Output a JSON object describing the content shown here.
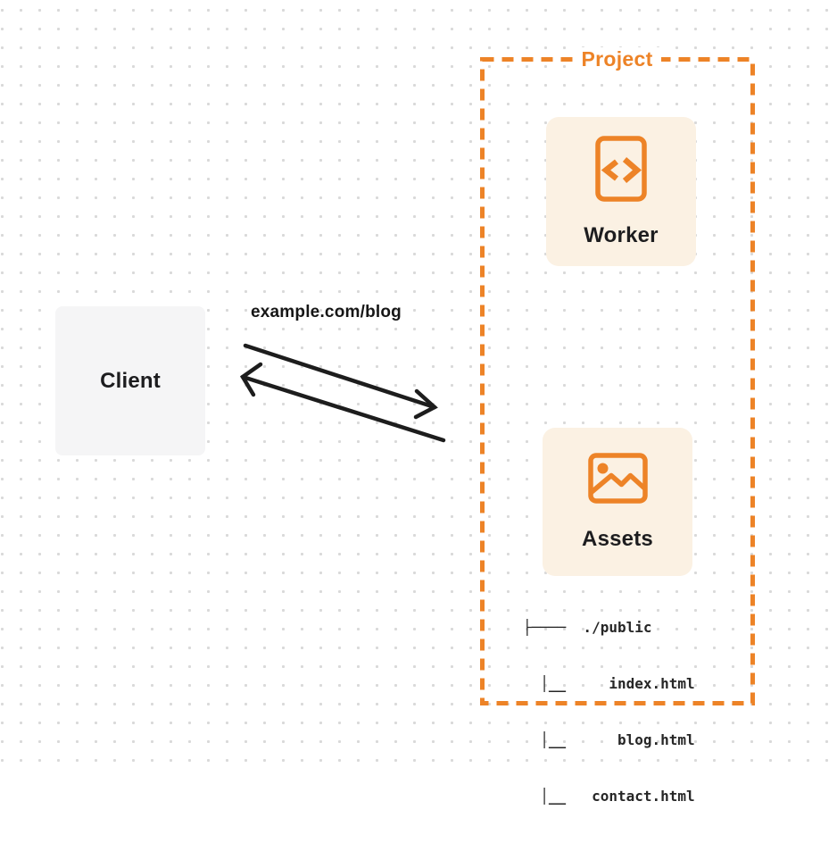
{
  "colors": {
    "orange": "#ed8327",
    "card_background": "#fbf1e3",
    "client_background": "#f5f5f6",
    "text_dark": "#1d1d1f",
    "dot_grid": "#d9d9d9"
  },
  "client": {
    "label": "Client"
  },
  "request": {
    "url_label": "example.com/blog"
  },
  "project": {
    "label": "Project",
    "worker": {
      "label": "Worker",
      "icon": "code-file-icon"
    },
    "assets": {
      "label": "Assets",
      "icon": "image-icon",
      "file_tree": [
        "├────  ./public",
        "  │__     index.html",
        "  │__      blog.html",
        "  │__   contact.html"
      ]
    }
  }
}
